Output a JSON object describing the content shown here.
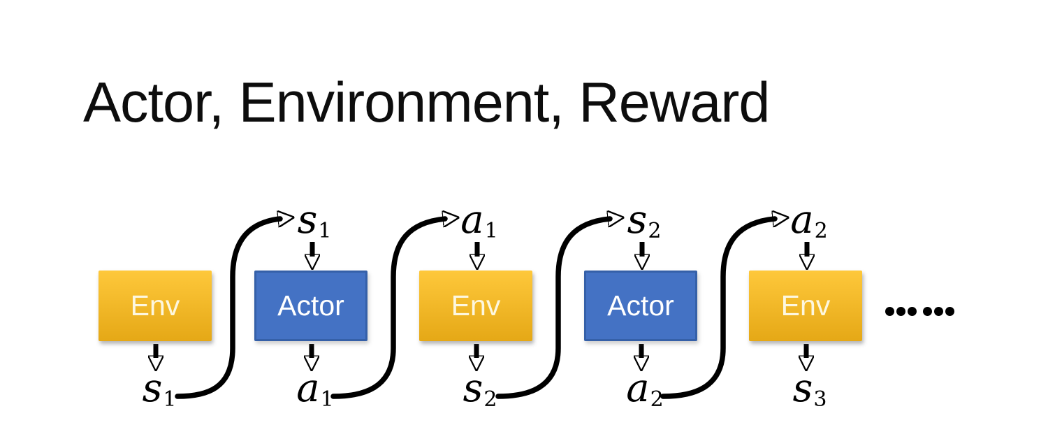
{
  "title": "Actor, Environment, Reward",
  "diagram": {
    "boxes": [
      {
        "kind": "env",
        "label": "Env"
      },
      {
        "kind": "actor",
        "label": "Actor"
      },
      {
        "kind": "env",
        "label": "Env"
      },
      {
        "kind": "actor",
        "label": "Actor"
      },
      {
        "kind": "env",
        "label": "Env"
      }
    ],
    "top_labels": [
      {
        "base": "s",
        "sub": "1"
      },
      {
        "base": "a",
        "sub": "1"
      },
      {
        "base": "s",
        "sub": "2"
      },
      {
        "base": "a",
        "sub": "2"
      }
    ],
    "bottom_labels": [
      {
        "base": "s",
        "sub": "1"
      },
      {
        "base": "a",
        "sub": "1"
      },
      {
        "base": "s",
        "sub": "2"
      },
      {
        "base": "a",
        "sub": "2"
      },
      {
        "base": "s",
        "sub": "3"
      }
    ],
    "edges": [
      {
        "output": "s1",
        "from": "Env 1",
        "feeds": "Actor 1"
      },
      {
        "output": "a1",
        "from": "Actor 1",
        "feeds": "Env 2"
      },
      {
        "output": "s2",
        "from": "Env 2",
        "feeds": "Actor 2"
      },
      {
        "output": "a2",
        "from": "Actor 2",
        "feeds": "Env 3"
      },
      {
        "output": "s3",
        "from": "Env 3",
        "feeds": ""
      }
    ],
    "ellipsis": "……",
    "colors": {
      "env_top": "#FEC83B",
      "env_bottom": "#E5A816",
      "actor_fill": "#4472C4",
      "actor_border": "#3560A8",
      "arrow": "#000000"
    }
  }
}
